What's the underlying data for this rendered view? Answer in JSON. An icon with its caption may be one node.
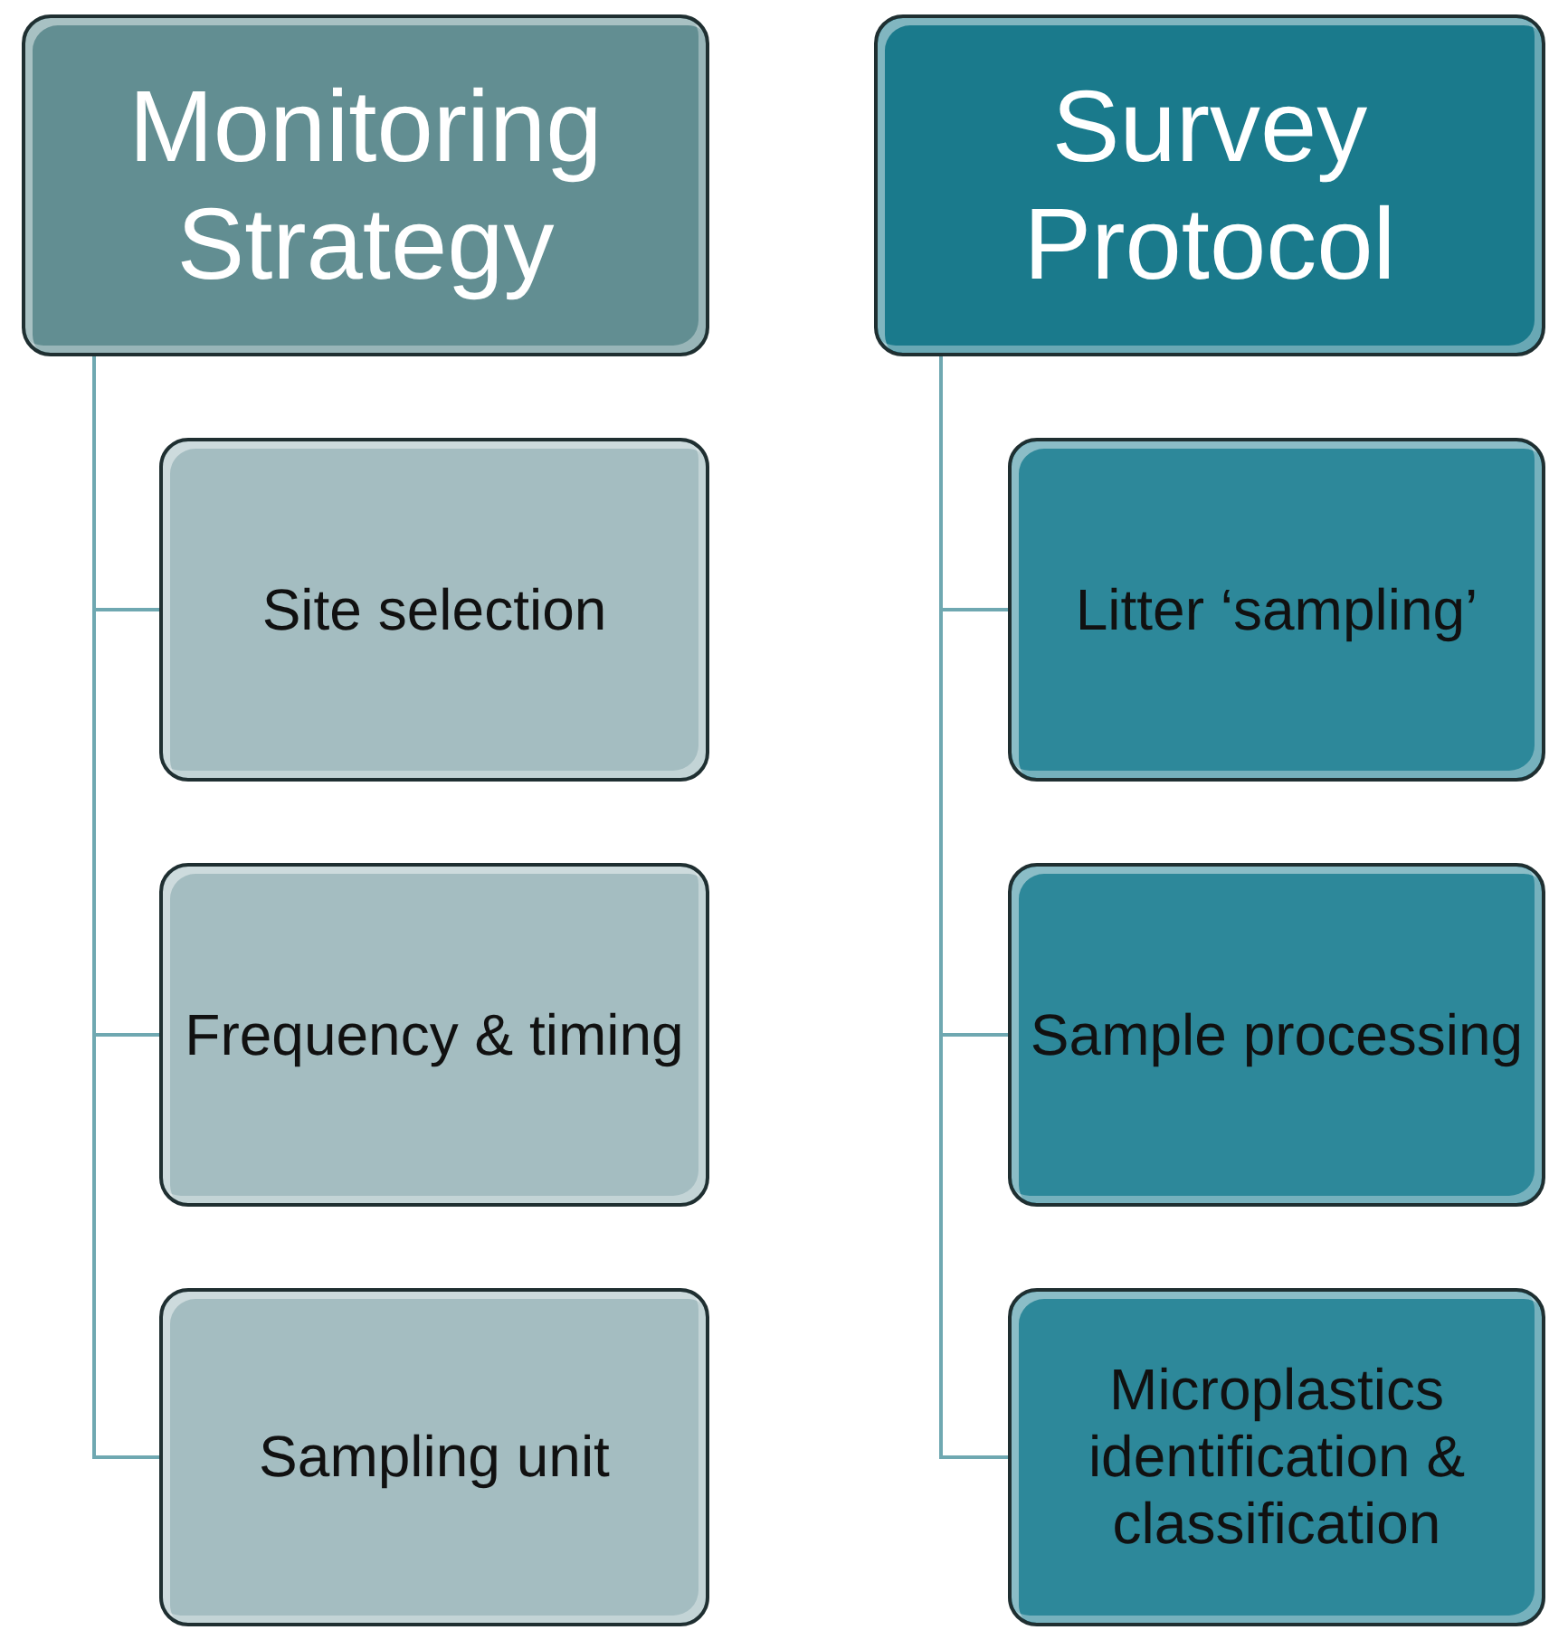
{
  "diagram": {
    "nodes": [
      {
        "text": [
          "Monitoring Strategy"
        ]
      },
      {
        "text": [
          "Survey Protocol"
        ]
      },
      {
        "text": [
          "Site selection"
        ]
      },
      {
        "text": [
          "Litter ‘sampling’"
        ]
      },
      {
        "text": [
          "Frequency & timing"
        ]
      },
      {
        "text": [
          "Sample processing"
        ]
      },
      {
        "text": [
          "Sampling unit"
        ]
      },
      {
        "text": [
          "Microplastics identification & classification"
        ]
      }
    ],
    "edges": [
      {
        "from": 0,
        "to": 2,
        "arrow": "none"
      },
      {
        "from": 0,
        "to": 4,
        "arrow": "none"
      },
      {
        "from": 0,
        "to": 6,
        "arrow": "none"
      },
      {
        "from": 1,
        "to": 3,
        "arrow": "none"
      },
      {
        "from": 1,
        "to": 5,
        "arrow": "none"
      },
      {
        "from": 1,
        "to": 7,
        "arrow": "none"
      }
    ]
  }
}
